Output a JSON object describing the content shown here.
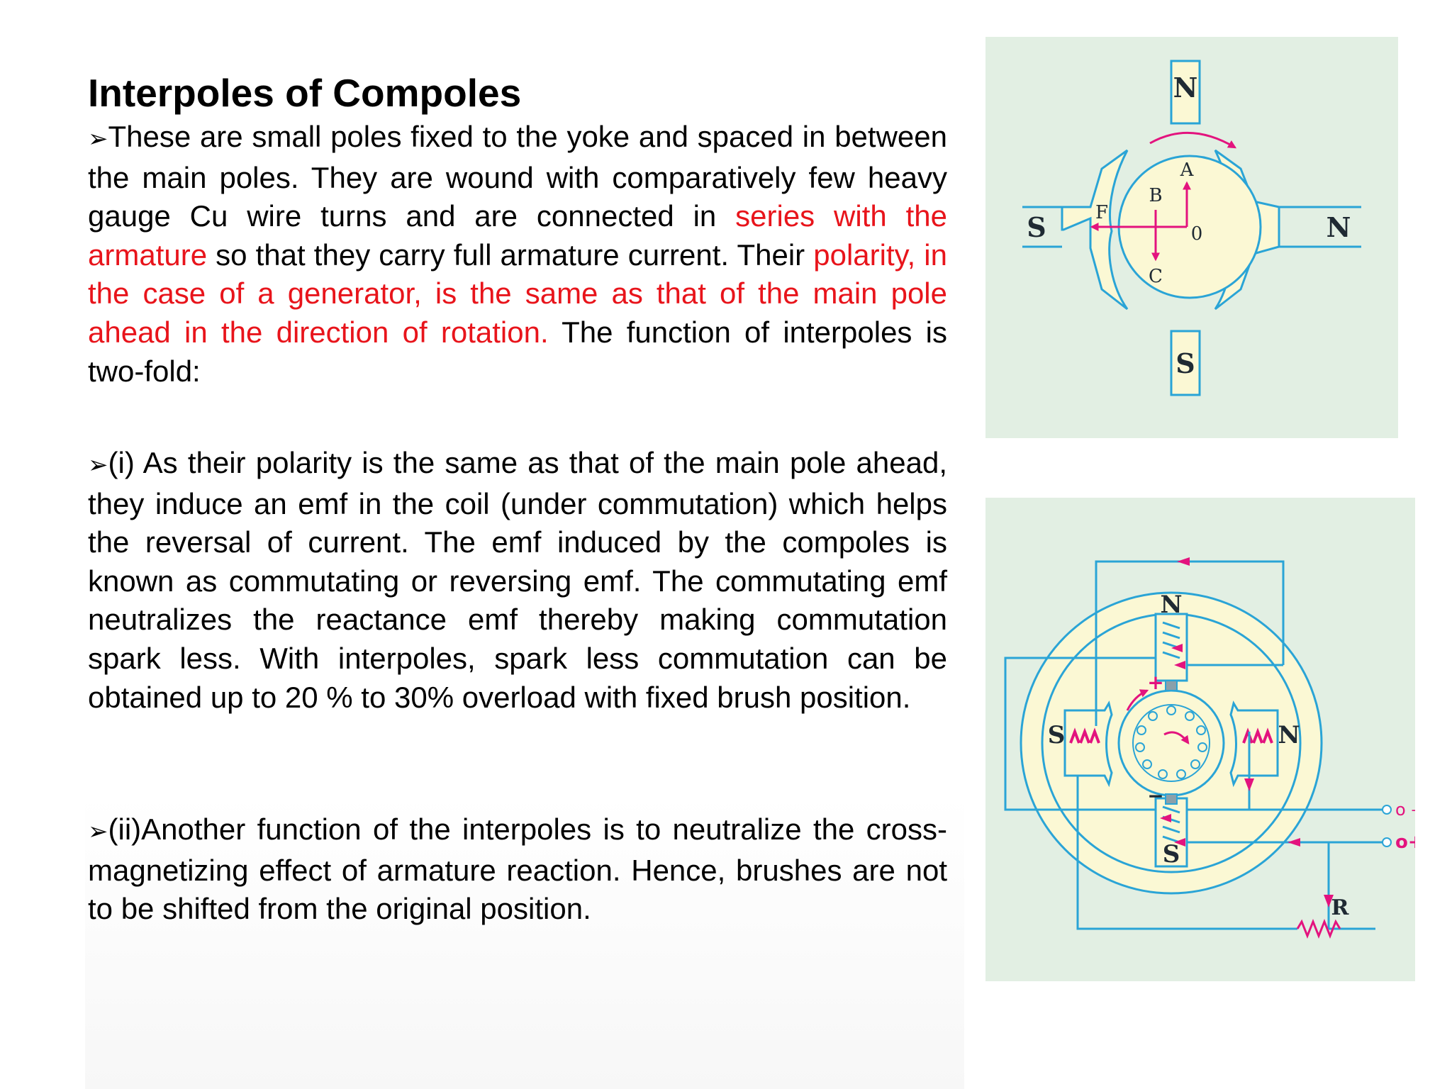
{
  "slide": {
    "title": "Interpoles of Compoles",
    "bullet_glyph": "➢",
    "para1": {
      "t1": "These are small poles fixed to the yoke and spaced in between the main poles. They are wound with comparatively few heavy gauge Cu wire turns and are connected in ",
      "r1": "series with the armature",
      "t2": " so that they carry full armature current. Their ",
      "r2": "polarity, in the case of a generator, is the same as that of the main pole ahead in the direction of rotation.",
      "t3": " The function of interpoles is two-fold:"
    },
    "para2": "(i) As their polarity is the same as that of the main pole ahead, they induce an emf in the coil (under commutation) which helps the reversal of current. The emf induced by the compoles is known as commutating or reversing emf. The commutating emf neutralizes the reactance emf thereby making commutation spark less. With interpoles, spark less commutation can be obtained up to 20 % to 30% overload with fixed brush position.",
    "para3": "(ii)Another function of the interpoles is to neutralize the cross-magnetizing effect of armature reaction. Hence, brushes are not to be shifted from the original position."
  },
  "figure1": {
    "pole_top": "N",
    "pole_left": "S",
    "pole_right": "N",
    "pole_bottom": "S",
    "label_a": "A",
    "label_b": "B",
    "label_c": "C",
    "label_f": "F",
    "label_o": "0"
  },
  "figure2": {
    "pole_top": "N",
    "pole_left": "S",
    "pole_right": "N",
    "pole_bottom": "S",
    "brush_plus": "+",
    "brush_minus": "−",
    "terminal_minus": "o –",
    "terminal_plus": "o+",
    "resistor_label": "R"
  },
  "colors": {
    "text": "#000000",
    "highlight_red": "#e8141b",
    "figure_bg": "#e2efe3",
    "outline_blue": "#2aa4d6",
    "pole_fill": "#fbf8d4",
    "arrow_magenta": "#e3137e"
  }
}
